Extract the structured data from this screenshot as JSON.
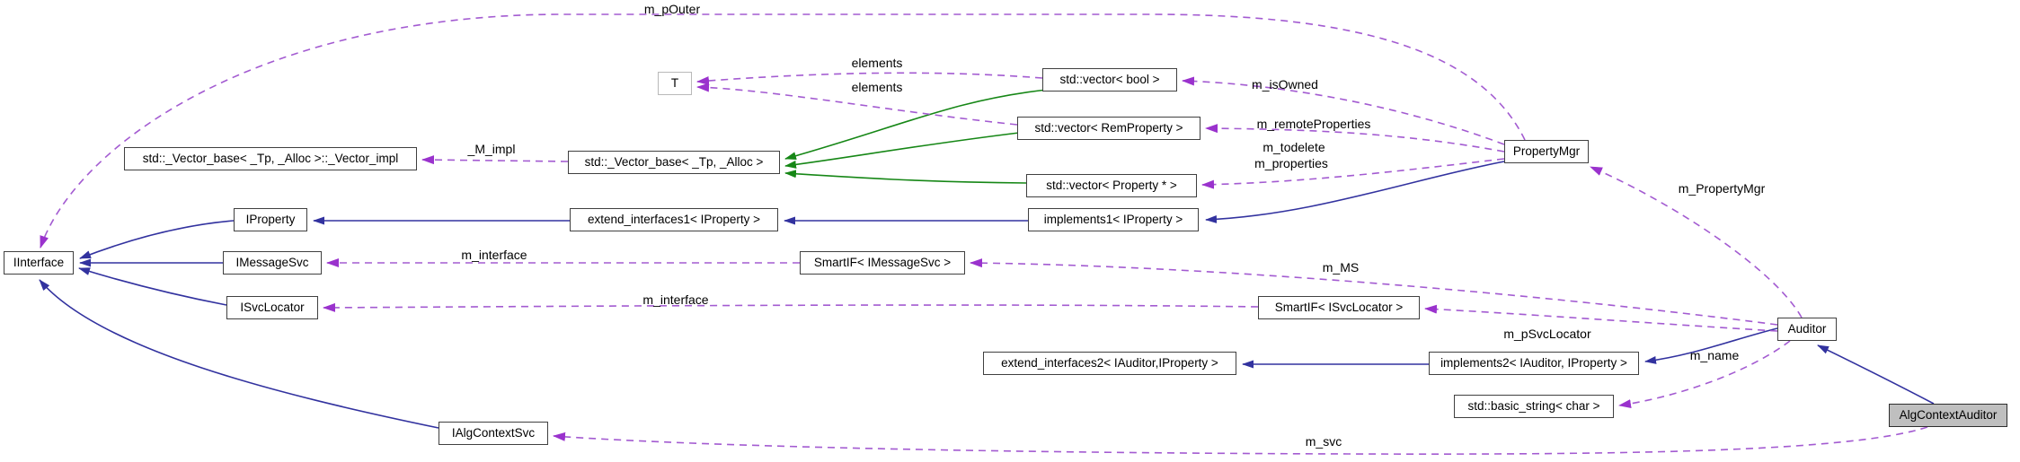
{
  "diagram": {
    "type": "doxygen-collaboration-graph",
    "colors": {
      "inheritance_edge": "#32329f",
      "template_edge": "#168716",
      "usage_edge": "#a35bd1",
      "node_border": "#404040",
      "current_node_fill": "#bfbfbf",
      "background": "#ffffff"
    },
    "nodes": {
      "t": "T",
      "vector_bool": "std::vector< bool >",
      "vector_remproperty": "std::vector< RemProperty >",
      "vector_base_impl": "std::_Vector_base< _Tp, _Alloc >::_Vector_impl",
      "vector_base": "std::_Vector_base< _Tp, _Alloc >",
      "vector_property_ptr": "std::vector< Property * >",
      "property_mgr": "PropertyMgr",
      "iproperty": "IProperty",
      "extend_interfaces1": "extend_interfaces1< IProperty >",
      "implements1": "implements1< IProperty >",
      "iinterface": "IInterface",
      "imessagesvc": "IMessageSvc",
      "smartif_imessagesvc": "SmartIF< IMessageSvc >",
      "isvclocator": "ISvcLocator",
      "smartif_isvclocator": "SmartIF< ISvcLocator >",
      "extend_interfaces2": "extend_interfaces2< IAuditor,IProperty >",
      "implements2": "implements2< IAuditor, IProperty >",
      "auditor": "Auditor",
      "basic_string": "std::basic_string< char >",
      "alg_context_auditor": "AlgContextAuditor",
      "ialgcontextsvc": "IAlgContextSvc"
    },
    "edge_labels": {
      "m_pouter": "m_pOuter",
      "elements_1": "elements",
      "elements_2": "elements",
      "m_impl": "_M_impl",
      "m_isowned": "m_isOwned",
      "m_remoteproperties": "m_remoteProperties",
      "m_todelete": "m_todelete",
      "m_properties": "m_properties",
      "m_interface_1": "m_interface",
      "m_interface_2": "m_interface",
      "m_ms": "m_MS",
      "m_psvclocator": "m_pSvcLocator",
      "m_propertymgr": "m_PropertyMgr",
      "m_name": "m_name",
      "m_svc": "m_svc"
    }
  }
}
